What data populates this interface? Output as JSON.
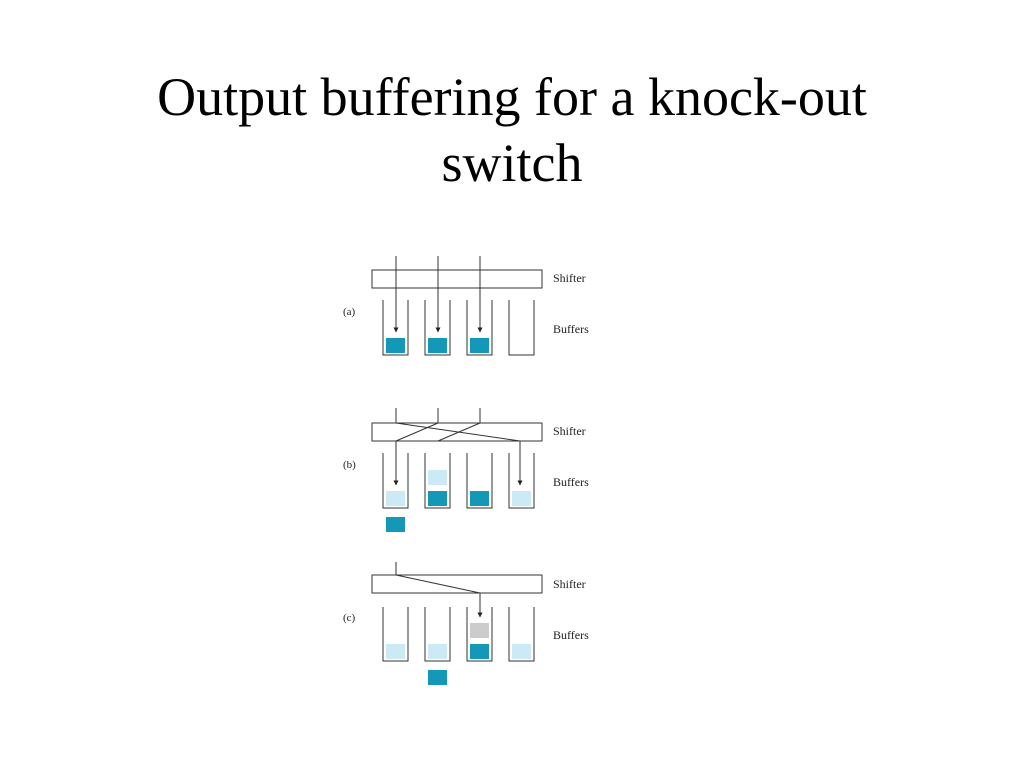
{
  "slide": {
    "title_line1": "Output buffering for a knock-out",
    "title_line2": "switch"
  },
  "figure": {
    "colors": {
      "cell": "#1498b8",
      "cell_light": "#cceaf6",
      "cell_dropped": "#cccccc",
      "line": "#333333"
    },
    "panels": [
      {
        "label": "(a)",
        "shifter_label": "Shifter",
        "buffers_label": "Buffers"
      },
      {
        "label": "(b)",
        "shifter_label": "Shifter",
        "buffers_label": "Buffers"
      },
      {
        "label": "(c)",
        "shifter_label": "Shifter",
        "buffers_label": "Buffers"
      }
    ]
  }
}
